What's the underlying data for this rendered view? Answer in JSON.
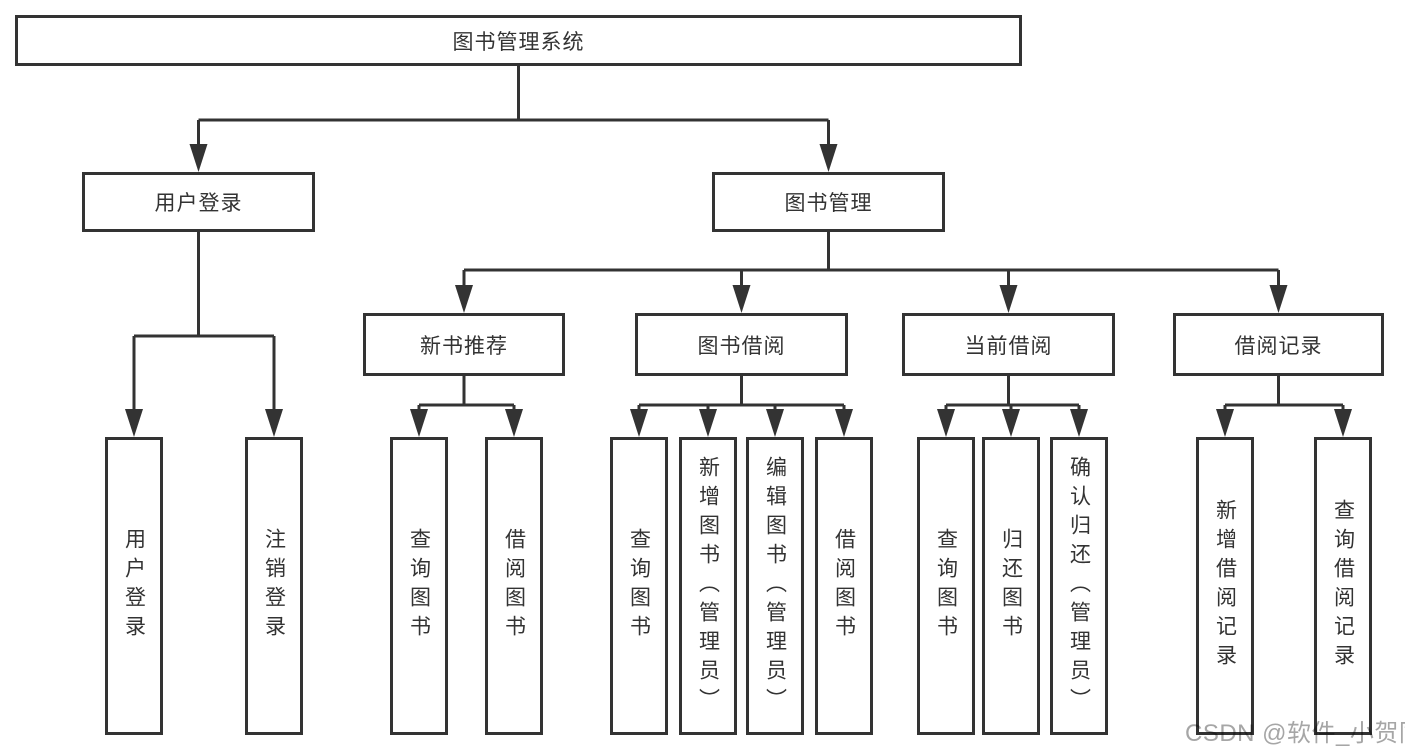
{
  "diagram": {
    "root": {
      "label": "图书管理系统"
    },
    "user_login": {
      "label": "用户登录",
      "children": [
        "用户登录",
        "注销登录"
      ]
    },
    "book_mgmt": {
      "label": "图书管理",
      "new_book": {
        "label": "新书推荐",
        "children": [
          "查询图书",
          "借阅图书"
        ]
      },
      "borrow": {
        "label": "图书借阅",
        "children": [
          "查询图书",
          "新增图书（管理员）",
          "编辑图书（管理员）",
          "借阅图书"
        ]
      },
      "current": {
        "label": "当前借阅",
        "children": [
          "查询图书",
          "归还图书",
          "确认归还（管理员）"
        ]
      },
      "records": {
        "label": "借阅记录",
        "children": [
          "新增借阅记录",
          "查询借阅记录"
        ]
      }
    }
  },
  "watermark": {
    "text": "CSDN @软件_小贺同学"
  },
  "colors": {
    "line": "#333333",
    "node_border": "#333333",
    "node_text": "#333333",
    "watermark_text": "#a6a6a6",
    "background": "#ffffff"
  }
}
